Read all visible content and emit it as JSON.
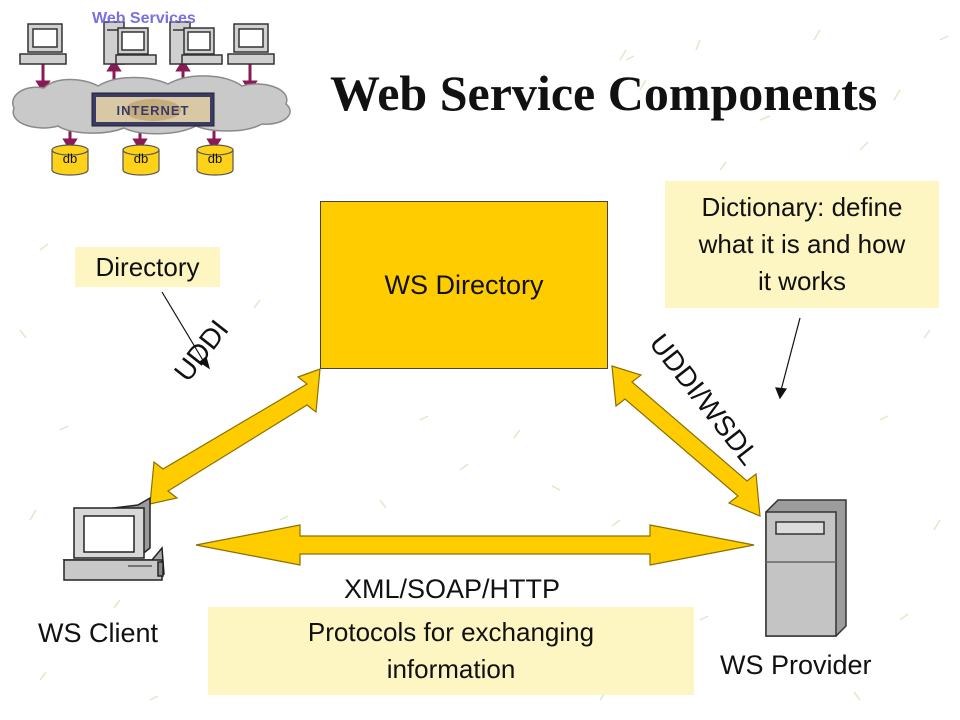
{
  "title": "Web Service Components",
  "logo": {
    "caption": "Web Services",
    "banner_text": "INTERNET",
    "db_labels": [
      "db",
      "db",
      "db"
    ]
  },
  "nodes": {
    "directory": "WS Directory",
    "client": "WS Client",
    "provider": "WS Provider"
  },
  "connections": {
    "client_directory": "UDDI",
    "provider_directory": "UDDI/WSDL",
    "client_provider": "XML/SOAP/HTTP"
  },
  "notes": {
    "directory": "Directory",
    "dictionary": [
      "Dictionary: define",
      "what it is and how",
      "it works"
    ],
    "protocols": [
      "Protocols for exchanging",
      "information"
    ]
  },
  "colors": {
    "directory_fill": "#ffcc00",
    "arrow_fill": "#ffcc00",
    "note_fill": "#fdf6c3",
    "logo_caption": "#7b6fe0"
  }
}
